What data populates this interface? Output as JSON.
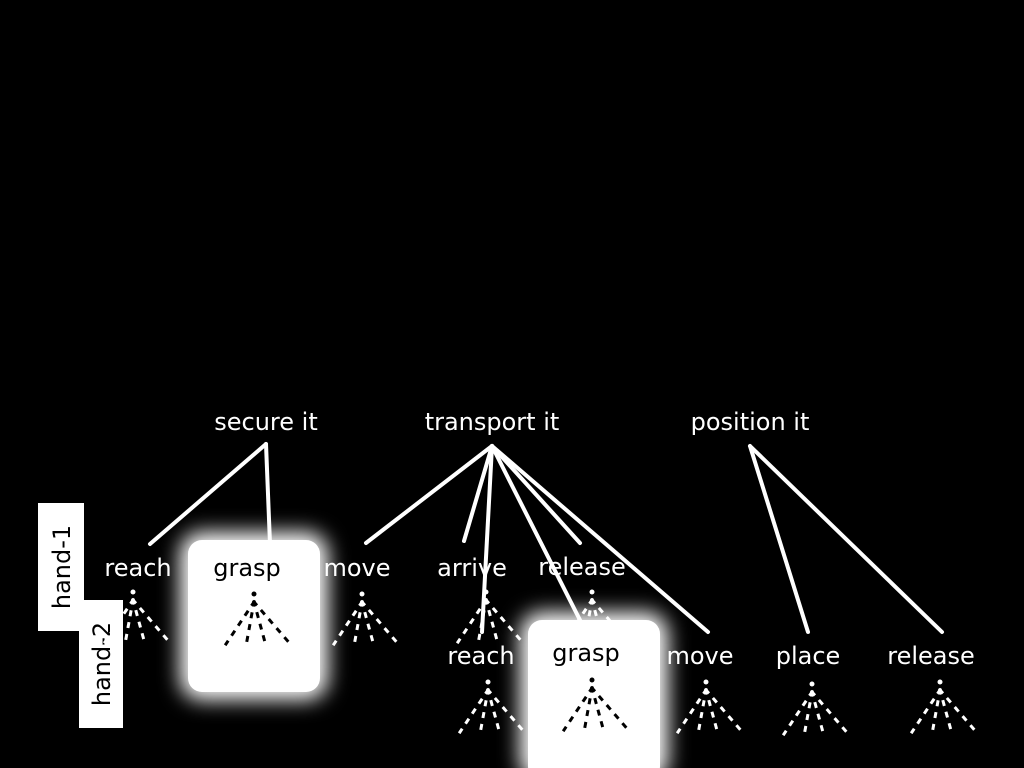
{
  "colors": {
    "background": "#000000",
    "foreground": "#ffffff",
    "highlight": "#ffffff"
  },
  "goals": {
    "secure": "secure it",
    "transport": "transport it",
    "position": "position it"
  },
  "hands": {
    "hand1": "hand-1",
    "hand2": "hand-2"
  },
  "hand1_actions": {
    "reach": "reach",
    "grasp": "grasp",
    "move": "move",
    "arrive": "arrive",
    "release": "release"
  },
  "hand2_actions": {
    "reach": "reach",
    "grasp": "grasp",
    "move": "move",
    "place": "place",
    "release": "release"
  }
}
